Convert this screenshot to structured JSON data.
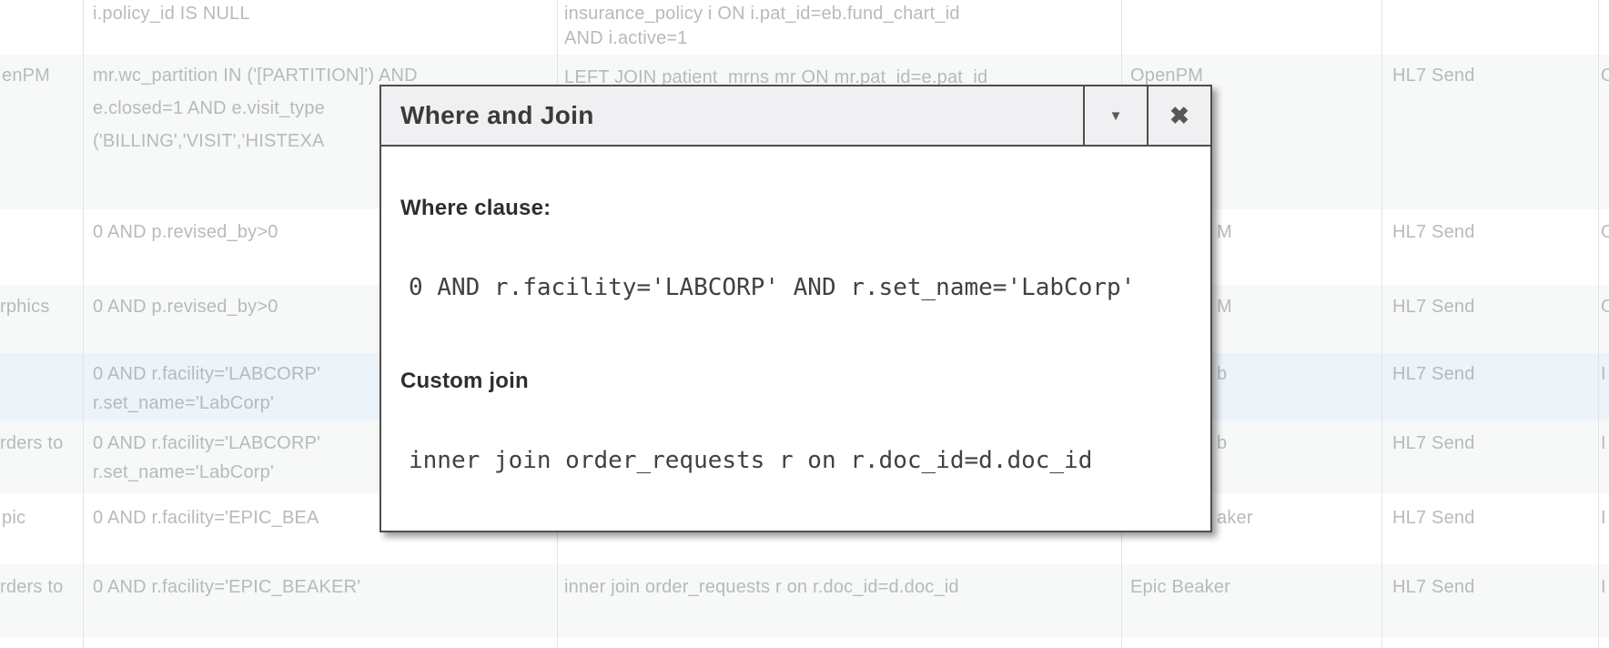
{
  "dialog": {
    "title": "Where and Join",
    "collapse_icon": "▼",
    "close_icon": "✖",
    "where_label": "Where clause:",
    "where_value": "0 AND r.facility='LABCORP' AND r.set_name='LabCorp'",
    "join_label": "Custom join",
    "join_value": "inner join order_requests r on r.doc_id=d.doc_id"
  },
  "colors": {
    "selected_row": "#ecf3f9",
    "zebra_row": "#f7f8f8",
    "table_text": "#b7babc",
    "dialog_border": "#4e4e4e"
  },
  "table": {
    "rows": [
      {
        "where1": "i.policy_id IS NULL",
        "join1": "insurance_policy i ON i.pat_id=eb.fund_chart_id",
        "join2": "AND i.active=1"
      },
      {
        "source": "enPM",
        "where1": "mr.wc_partition IN ('[PARTITION]') AND",
        "where2": "e.closed=1 AND e.visit_type",
        "where3": "('BILLING','VISIT','HISTEXA",
        "join1": "LEFT JOIN patient_mrns mr ON mr.pat_id=e.pat_id",
        "system": "OpenPM",
        "action": "HL7 Send",
        "edge_fragment": "O"
      },
      {
        "where1": "0 AND p.revised_by>0",
        "system_fragment": "M",
        "action": "HL7 Send",
        "edge_fragment": "O"
      },
      {
        "source": "rphics",
        "where1": "0 AND p.revised_by>0",
        "system_fragment": "M",
        "action": "HL7 Send",
        "edge_fragment": "O"
      },
      {
        "where1": "0 AND r.facility='LABCORP'",
        "where2": "r.set_name='LabCorp'",
        "system_fragment": "b",
        "action": "HL7 Send",
        "edge_fragment": "I"
      },
      {
        "source": "rders to",
        "where1": "0 AND r.facility='LABCORP'",
        "where2": "r.set_name='LabCorp'",
        "system_fragment": "b",
        "action": "HL7 Send",
        "edge_fragment": "I"
      },
      {
        "source": "pic",
        "where1": "0 AND r.facility='EPIC_BEA",
        "system_fragment": "aker",
        "action": "HL7 Send",
        "edge_fragment": "I"
      },
      {
        "source": "rders to",
        "where1": "0 AND r.facility='EPIC_BEAKER'",
        "join1": "inner join order_requests r on r.doc_id=d.doc_id",
        "system": "Epic Beaker",
        "action": "HL7 Send",
        "edge_fragment": "I"
      }
    ]
  }
}
